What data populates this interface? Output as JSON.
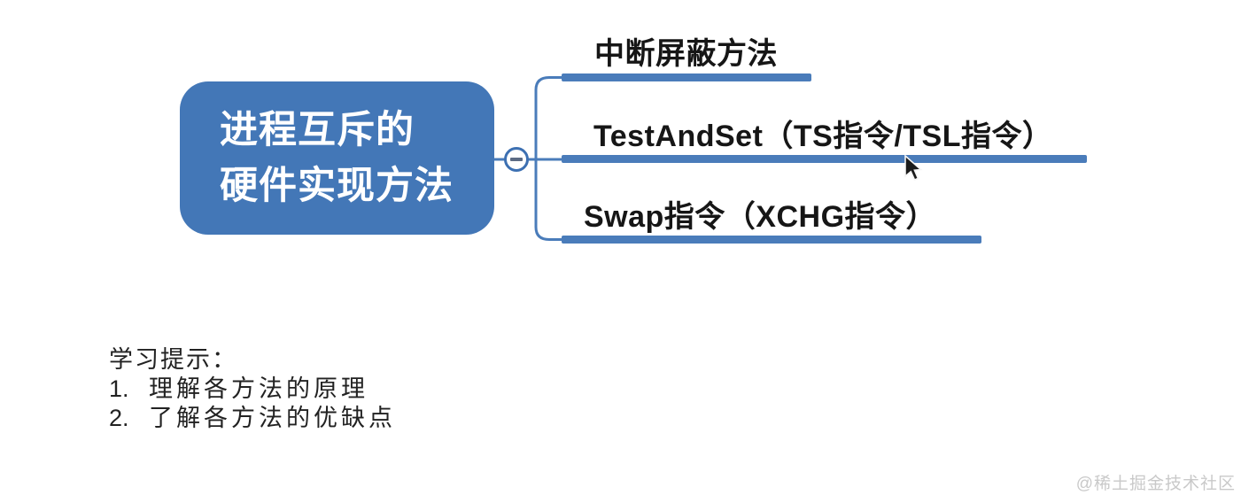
{
  "diagram": {
    "root": {
      "label_line1": "进程互斥的",
      "label_line2": "硬件实现方法"
    },
    "collapse_button": {
      "icon": "minus-icon"
    },
    "branches": [
      {
        "label": "中断屏蔽方法"
      },
      {
        "label": "TestAndSet（TS指令/TSL指令）"
      },
      {
        "label": "Swap指令（XCHG指令）"
      }
    ]
  },
  "notes": {
    "title": "学习提示：",
    "items": [
      {
        "number": "1.",
        "text": "理解各方法的原理"
      },
      {
        "number": "2.",
        "text": "了解各方法的优缺点"
      }
    ]
  },
  "watermark": "@稀土掘金技术社区",
  "colors": {
    "node_fill": "#4377b7",
    "branch_line": "#4a7cba",
    "collapse_border": "#3d70b2",
    "collapse_minus": "#5c6b84",
    "branch_text": "#161616",
    "notes_text": "#222222",
    "watermark_text": "#c9c9c9",
    "background": "#ffffff"
  }
}
